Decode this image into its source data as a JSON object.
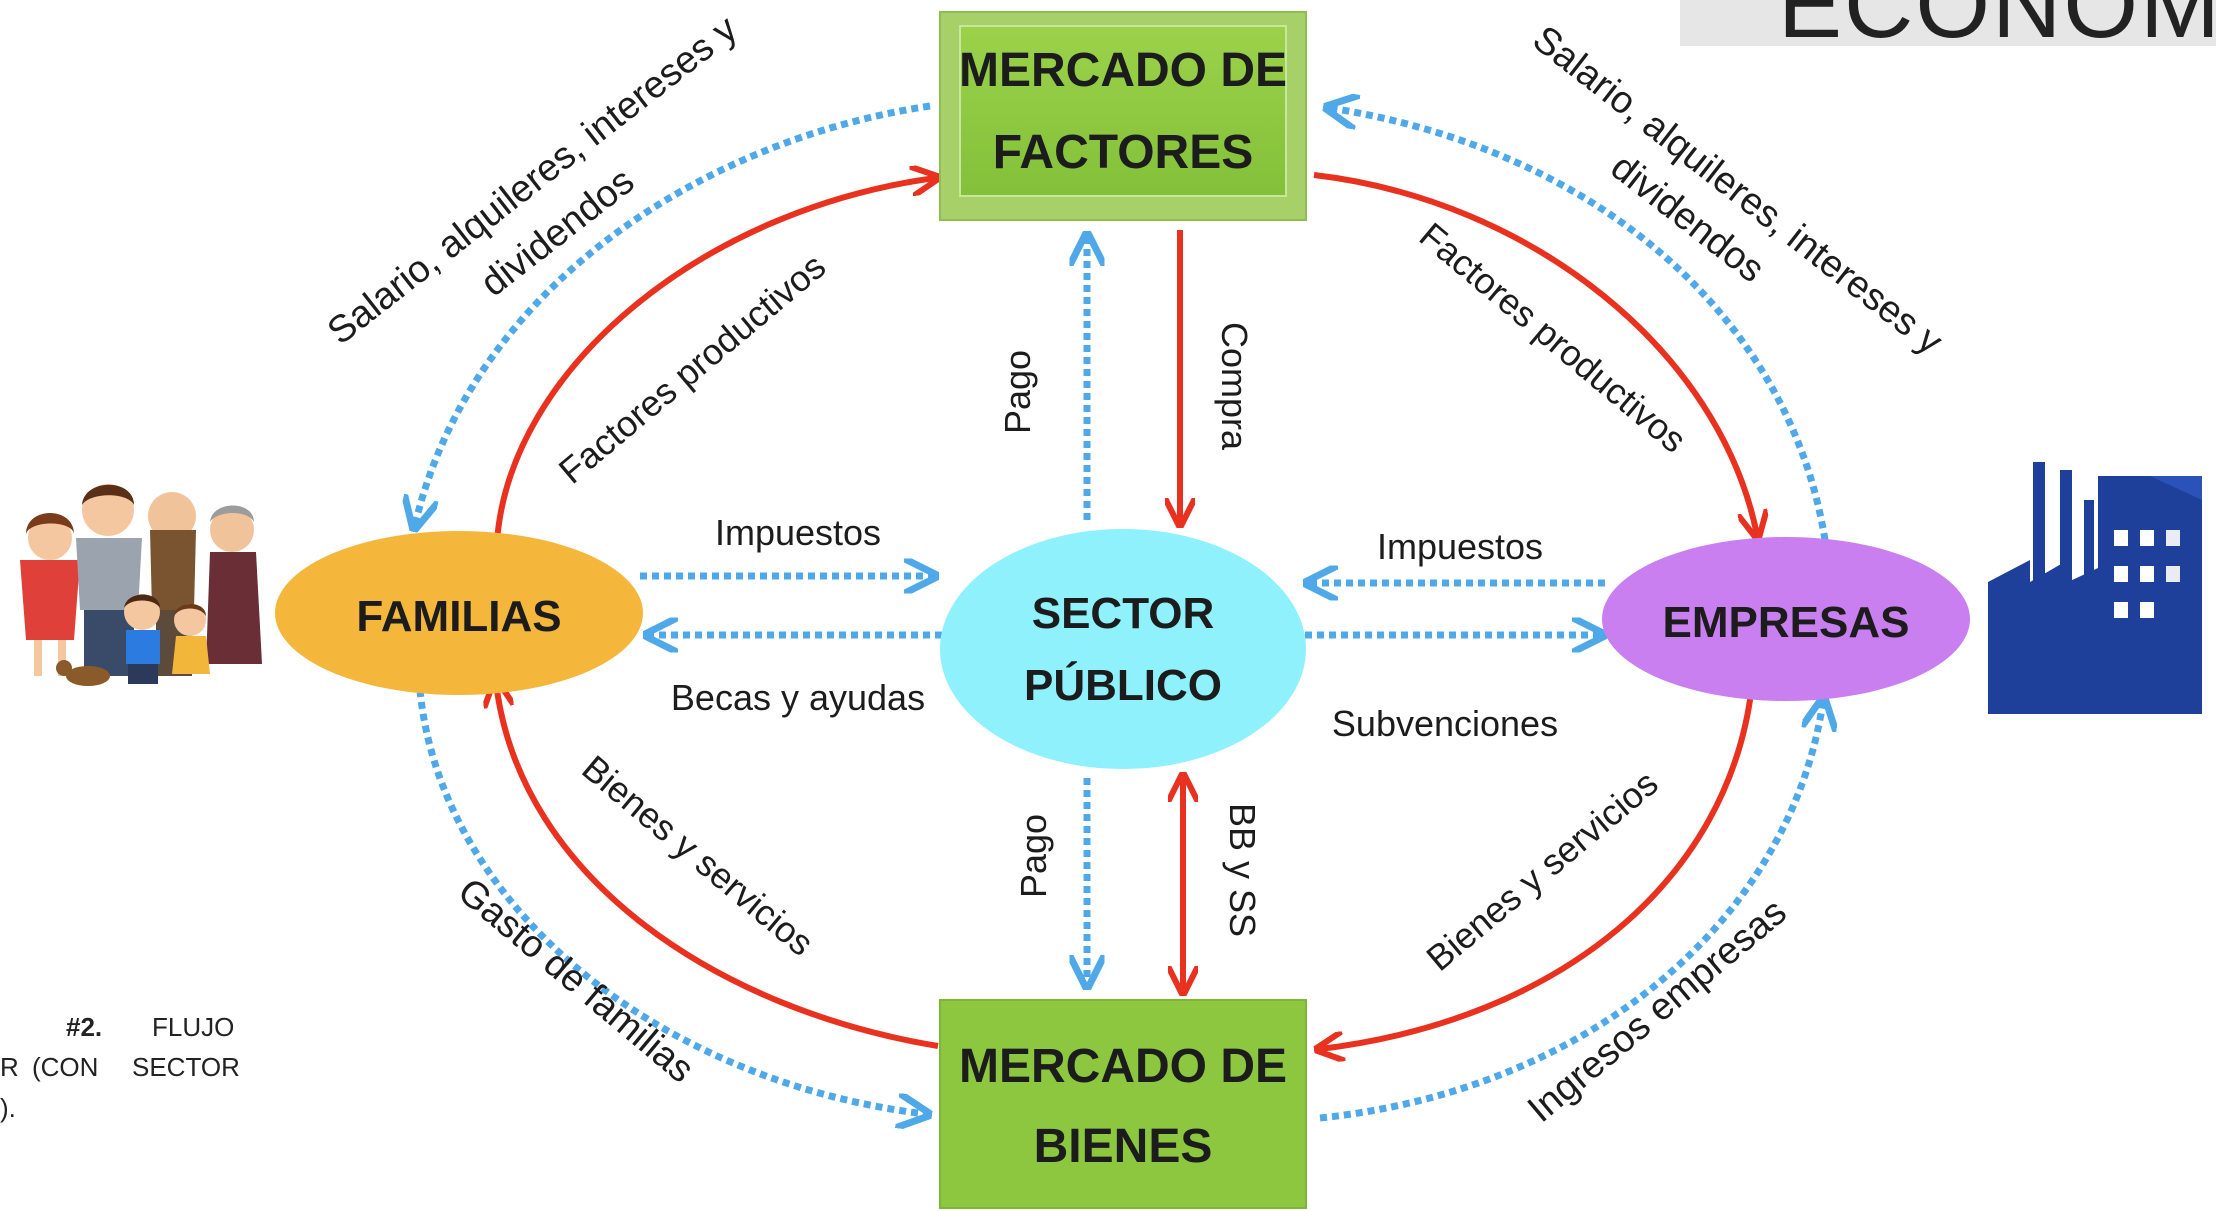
{
  "header": {
    "title_fragment": "ECONOMÍA"
  },
  "caption": {
    "line1_bold": "#2.",
    "line1_rest": "FLUJO",
    "line2a": "R",
    "line2b": "(CON",
    "line2c": "SECTOR",
    "line3": ")."
  },
  "nodes": {
    "mercado_factores": {
      "line1": "MERCADO DE",
      "line2": "FACTORES"
    },
    "mercado_bienes": {
      "line1": "MERCADO DE",
      "line2": "BIENES"
    },
    "familias": {
      "label": "FAMILIAS"
    },
    "empresas": {
      "label": "EMPRESAS"
    },
    "sector_publico": {
      "line1": "SECTOR",
      "line2": "PÚBLICO"
    }
  },
  "flows": {
    "salario_left_l1": "Salario, alquileres, intereses y",
    "salario_left_l2": "dividendos",
    "salario_right_l1": "Salario, alquileres, intereses y",
    "salario_right_l2": "dividendos",
    "factores_left": "Factores productivos",
    "factores_right": "Factores productivos",
    "pago_top": "Pago",
    "compra": "Compra",
    "impuestos_left": "Impuestos",
    "becas": "Becas y ayudas",
    "impuestos_right": "Impuestos",
    "subvenciones": "Subvenciones",
    "pago_bottom": "Pago",
    "bbyss": "BB y SS",
    "bienes_left": "Bienes y servicios",
    "gasto": "Gasto de familias",
    "bienes_right": "Bienes y servicios",
    "ingresos": "Ingresos empresas"
  },
  "colors": {
    "red_arrow": "#e8321f",
    "blue_arrow": "#4fa8e8",
    "market_green": "#8dc63f",
    "familias_orange": "#f5b73b",
    "empresas_purple": "#c97ff0",
    "publico_cyan": "#8ef1fb",
    "factory_blue": "#1e3f9a"
  },
  "icons": {
    "family": "family-illustration-icon",
    "factory": "factory-icon"
  }
}
